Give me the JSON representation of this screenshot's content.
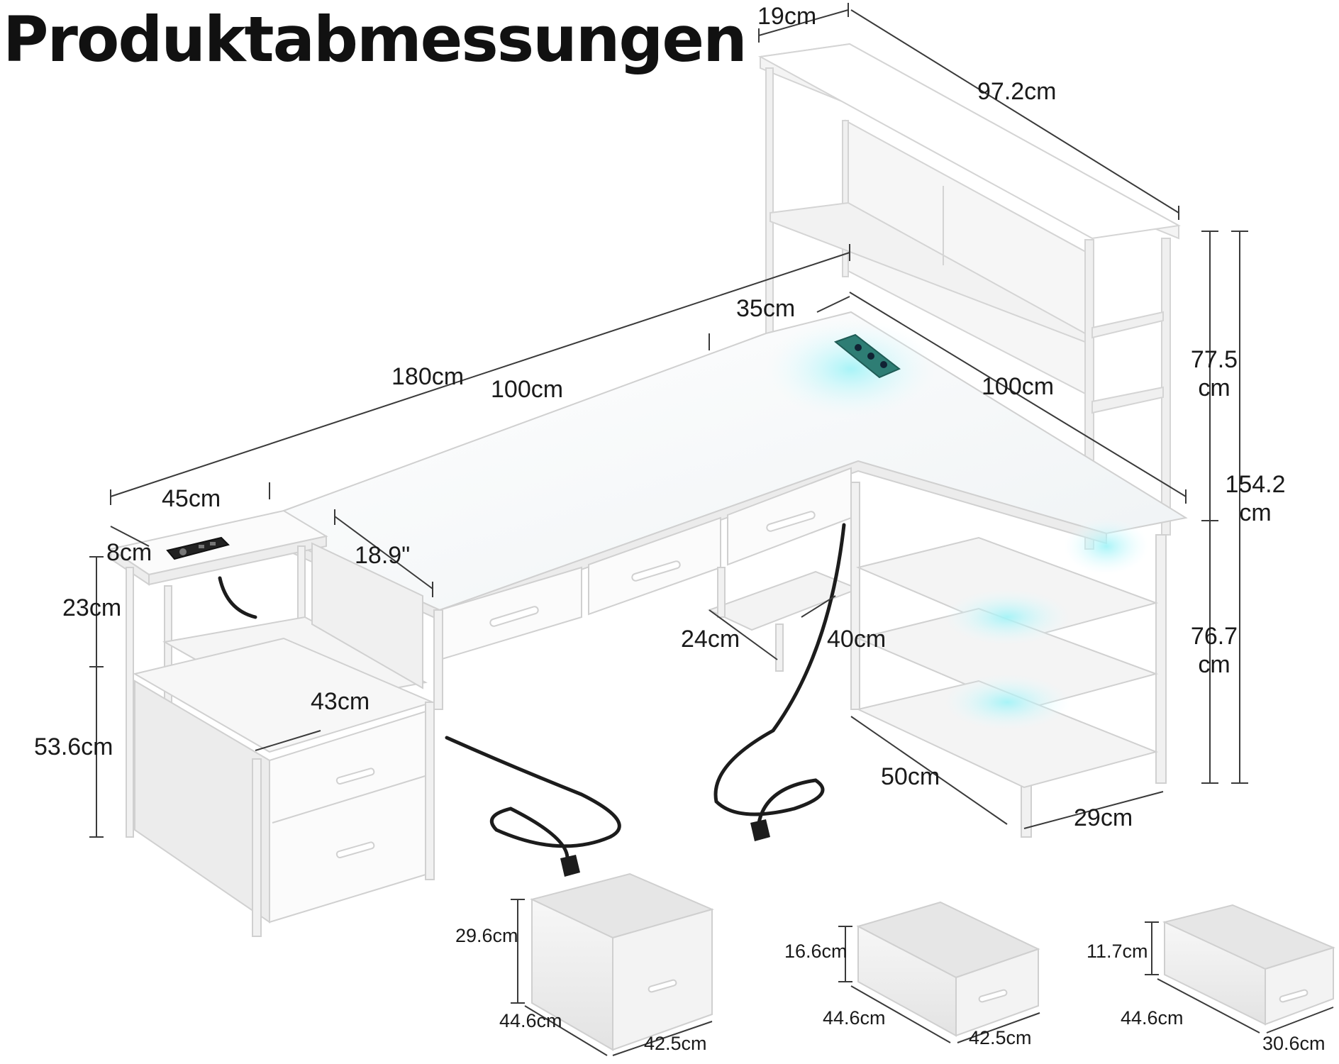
{
  "title": "Produktabmessungen",
  "dimensions": {
    "hutch_depth": "19cm",
    "hutch_width": "97.2cm",
    "hutch_height_value": "77.5",
    "hutch_height_unit": "cm",
    "total_height_value": "154.2",
    "total_height_unit": "cm",
    "desk_height_value": "76.7",
    "desk_height_unit": "cm",
    "desk_total_length": "180cm",
    "desk_main_length": "100cm",
    "return_length": "100cm",
    "return_depth": "35cm",
    "side_shelf_width": "45cm",
    "side_top_depth": "8cm",
    "side_shelf_height": "23cm",
    "cabinet_height": "53.6cm",
    "cabinet_depth": "43cm",
    "legroom_depth": "18.9\"",
    "footrest_depth": "24cm",
    "footrest_width": "40cm",
    "shelf_unit_width": "50cm",
    "shelf_unit_depth": "29cm"
  },
  "drawers": [
    {
      "height": "29.6cm",
      "depth": "44.6cm",
      "width": "42.5cm"
    },
    {
      "height": "16.6cm",
      "depth": "44.6cm",
      "width": "42.5cm"
    },
    {
      "height": "11.7cm",
      "depth": "44.6cm",
      "width": "30.6cm"
    }
  ]
}
